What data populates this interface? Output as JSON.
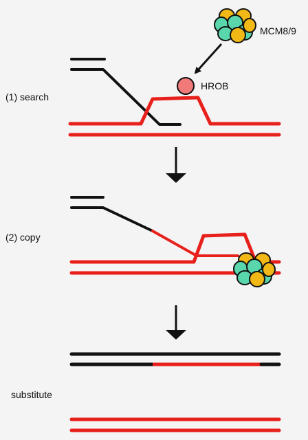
{
  "labels": {
    "mcm": "MCM8/9",
    "hrob": "HROB",
    "step1": "(1) search",
    "step2": "(2) copy",
    "step3": "substitute"
  },
  "colors": {
    "background": "#f4f4f4",
    "black_strand": "#111111",
    "red_strand": "#e8201c",
    "hrob_fill": "#f07a7a",
    "mcm_yellow": "#f2b816",
    "mcm_green": "#5ad6ad",
    "arrow": "#111111"
  },
  "icons": {
    "mcm_complex": "hexamer-complex-icon",
    "hrob_ball": "circle-icon",
    "step_arrow": "down-arrow-icon"
  }
}
